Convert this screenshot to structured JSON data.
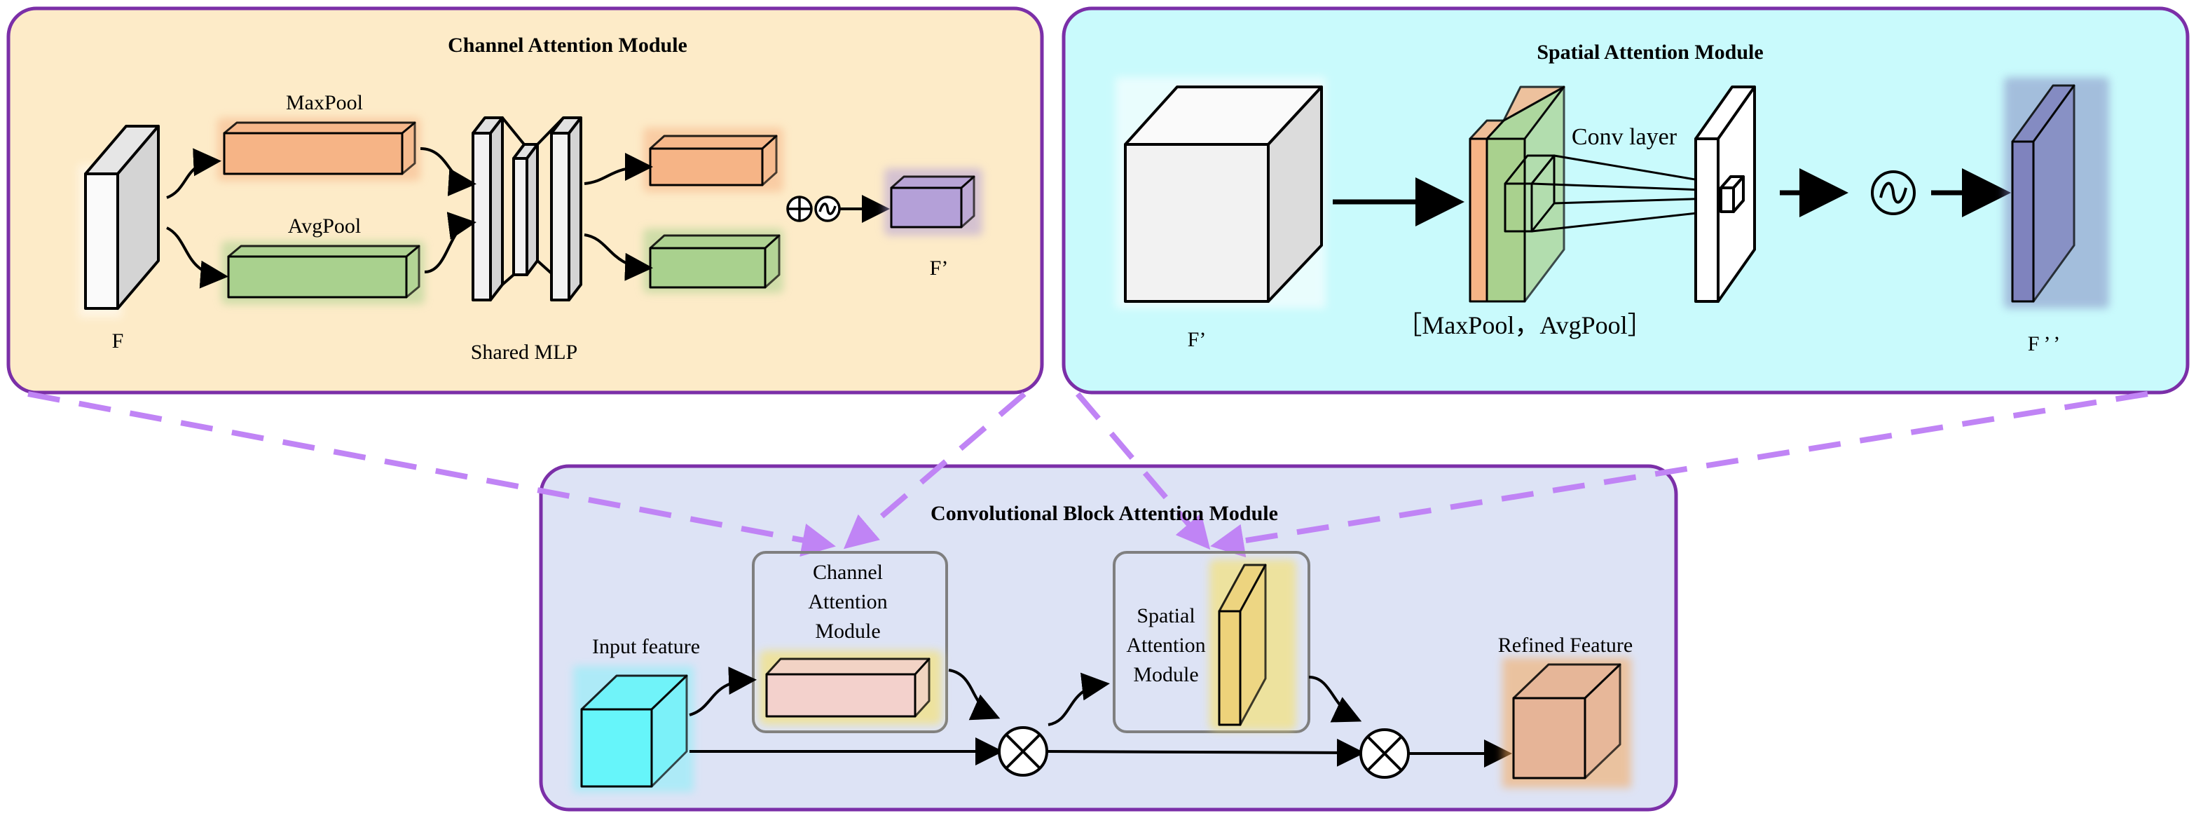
{
  "colors": {
    "panel_border": "#7B2FA8",
    "connector": "#C084F5",
    "cam_panel_bg": "#FDEBC8",
    "sam_panel_bg": "#C9FAFC",
    "cbam_panel_bg": "#DDE3F5",
    "maxpool_fill": "#F6B486",
    "avgpool_fill": "#A9D18E",
    "cam_output_fill": "#B4A0D8",
    "sam_output_fill": "#7F83BE",
    "input_feature_fill": "#66F5FA",
    "cam_box_fill": "#F3D1CC",
    "sam_box_fill": "#EDD27A",
    "refined_fill": "#E6B497"
  },
  "channel_attention": {
    "title": "Channel Attention Module",
    "label_maxpool": "MaxPool",
    "label_avgpool": "AvgPool",
    "label_input": "F",
    "label_shared_mlp": "Shared MLP",
    "label_output": "F’"
  },
  "spatial_attention": {
    "title": "Spatial Attention Module",
    "label_input": "F’",
    "label_conv": "Conv layer",
    "label_pool": "［MaxPool，AvgPool］",
    "label_output": "F’’"
  },
  "cbam": {
    "title": "Convolutional Block Attention Module",
    "label_input": "Input feature",
    "cam_lines": [
      "Channel",
      "Attention",
      "Module"
    ],
    "sam_lines": [
      "Spatial",
      "Attention",
      "Module"
    ],
    "label_refined": "Refined Feature"
  },
  "icons": [
    "plus-circle-icon",
    "sigmoid-icon",
    "multiply-circle-icon"
  ]
}
